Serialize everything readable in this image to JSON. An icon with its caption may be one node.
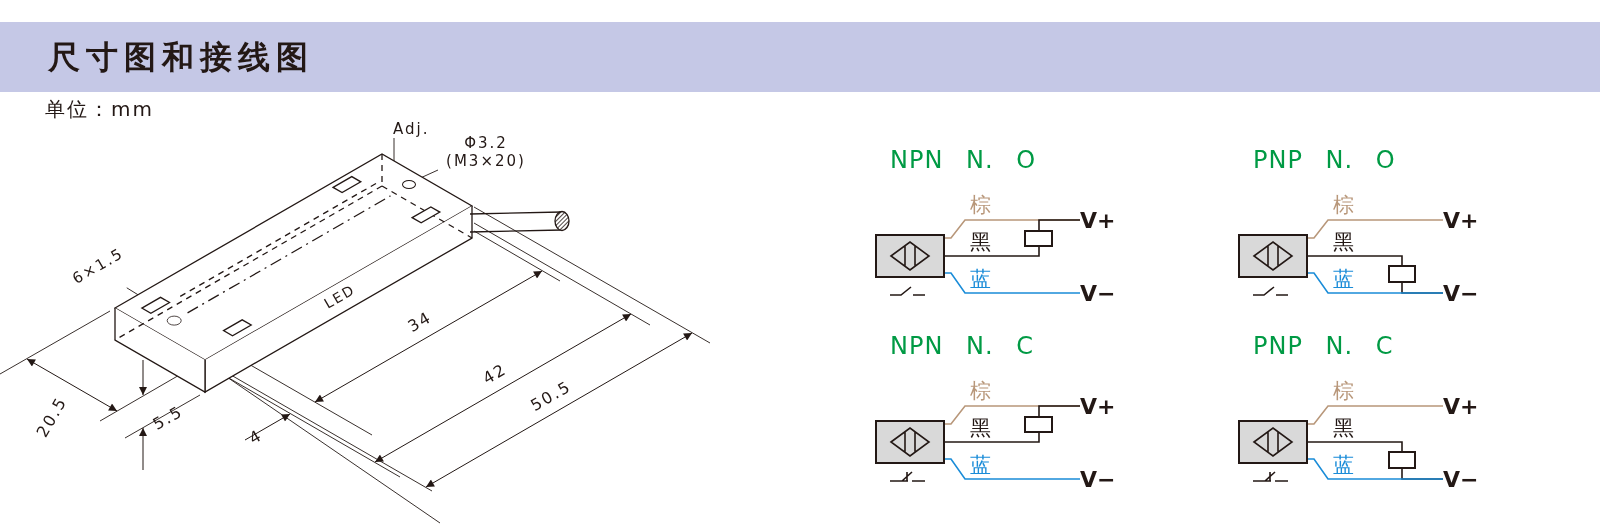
{
  "diagram": {
    "title": "尺寸图和接线图",
    "nodes": [
      {
        "text": [
          "Adj."
        ]
      },
      {
        "text": [
          "Φ3.2 (M3×20)"
        ]
      },
      {
        "text": [
          "6×1.5"
        ]
      },
      {
        "text": [],
        "shape": "box"
      },
      {
        "text": [],
        "shape": "box"
      },
      {
        "text": [
          "V+"
        ]
      },
      {
        "text": [
          "V−"
        ]
      },
      {
        "text": [],
        "shape": "box"
      },
      {
        "text": [],
        "shape": "box"
      },
      {
        "text": [
          "V+"
        ]
      },
      {
        "text": [
          "V−"
        ]
      },
      {
        "text": [],
        "shape": "box"
      },
      {
        "text": [],
        "shape": "box"
      },
      {
        "text": [
          "V+"
        ]
      },
      {
        "text": [
          "V−"
        ]
      },
      {
        "text": [],
        "shape": "box"
      },
      {
        "text": [],
        "shape": "box"
      },
      {
        "text": [
          "V+"
        ]
      },
      {
        "text": [
          "V−"
        ]
      },
      {
        "text": [],
        "shape": "picture"
      },
      {
        "text": [],
        "shape": "circle",
        "in": 19
      },
      {
        "text": [],
        "shape": "box",
        "in": 19
      }
    ],
    "edges": [
      {
        "from": 0,
        "to": 19,
        "arrow": "none"
      },
      {
        "from": 1,
        "to": 20,
        "arrow": "none"
      },
      {
        "from": 2,
        "to": 21,
        "arrow": "none"
      },
      {
        "from": 3,
        "to": 5,
        "arrow": "none",
        "label": "棕",
        "color": "#b8977a"
      },
      {
        "from": 3,
        "to": 4,
        "arrow": "none",
        "label": "黑"
      },
      {
        "from": 4,
        "to": 5,
        "arrow": "none"
      },
      {
        "from": 3,
        "to": 6,
        "arrow": "none",
        "label": "蓝",
        "color": "#1a8cd8"
      },
      {
        "from": 7,
        "to": 9,
        "arrow": "none",
        "label": "棕",
        "color": "#b8977a"
      },
      {
        "from": 7,
        "to": 8,
        "arrow": "none",
        "label": "黑"
      },
      {
        "from": 8,
        "to": 10,
        "arrow": "none"
      },
      {
        "from": 7,
        "to": 10,
        "arrow": "none",
        "label": "蓝",
        "color": "#1a8cd8"
      },
      {
        "from": 11,
        "to": 13,
        "arrow": "none",
        "label": "棕",
        "color": "#b8977a"
      },
      {
        "from": 11,
        "to": 12,
        "arrow": "none",
        "label": "黑"
      },
      {
        "from": 12,
        "to": 13,
        "arrow": "none"
      },
      {
        "from": 11,
        "to": 14,
        "arrow": "none",
        "label": "蓝",
        "color": "#1a8cd8"
      },
      {
        "from": 15,
        "to": 17,
        "arrow": "none",
        "label": "棕",
        "color": "#b8977a"
      },
      {
        "from": 15,
        "to": 16,
        "arrow": "none",
        "label": "黑"
      },
      {
        "from": 16,
        "to": 18,
        "arrow": "none"
      },
      {
        "from": 15,
        "to": 18,
        "arrow": "none",
        "label": "蓝",
        "color": "#1a8cd8"
      }
    ],
    "labels": [
      "单位：mm",
      "NPN N. O",
      "PNP N. O",
      "LED",
      "34",
      "42",
      "NPN N. C",
      "PNP N. C",
      "20.5",
      "5.5",
      "4",
      "50.5"
    ]
  }
}
